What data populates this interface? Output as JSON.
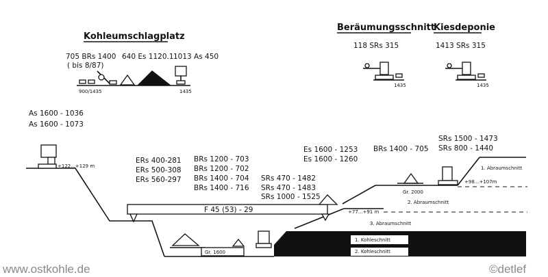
{
  "headings": {
    "kohleumschlag": "Kohleumschlagplatz",
    "beraeumung": "Beräumungsschnitt",
    "kiesdeponie": "Kiesdeponie"
  },
  "equipment": {
    "kohle_line1_a": "705 BRs 1400",
    "kohle_line1_b": "640 Es 1120.1",
    "kohle_line1_c": "1013 As 450",
    "kohle_line2": "( bis 8/87)",
    "beraeumung": "118 SRs 315",
    "kies": "1413 SRs 315",
    "as_1": "As 1600 - 1036",
    "as_2": "As 1600 - 1073",
    "ers_1": "ERs 400-281",
    "ers_2": "ERs 500-308",
    "ers_3": "ERs 560-297",
    "brs_1": "BRs 1200 - 703",
    "brs_2": "BRs 1200 - 702",
    "brs_3": "BRs 1400 - 704",
    "brs_4": "BRs 1400 - 716",
    "srs_1": "SRs 470 - 1482",
    "srs_2": "SRs 470 - 1483",
    "srs_3": "SRs 1000 - 1525",
    "es_1": "Es 1600 - 1253",
    "es_2": "Es 1600 - 1260",
    "brs_705": "BRs 1400 - 705",
    "srs_top_1": "SRs 1500 - 1473",
    "srs_top_2": "SRs  800 - 1440"
  },
  "small_labels": {
    "gauge_left": "900/1435",
    "gauge_right": "1435",
    "gauge_beraeumung": "1435",
    "gauge_kies": "1435"
  },
  "levels": {
    "left_rim": "+122...+129 m",
    "upper_right": "+98...+107m",
    "middle": "+77...+91 m"
  },
  "bridge": "F 45 (53) - 29",
  "cuts": {
    "abraum1": "1. Abraumschnitt",
    "abraum2": "2. Abraumschnitt",
    "abraum3": "3. Abraumschnitt",
    "kohle1": "1. Kohleschnitt",
    "kohle2": "2. Kohleschnitt"
  },
  "gr_labels": {
    "gr2000": "Gr. 2000",
    "gr1600": "Gr. 1600"
  },
  "watermarks": {
    "left": "www.ostkohle.de",
    "right": "©detlef"
  },
  "icons": [
    "stacker-icon",
    "bucket-wheel-excavator-icon",
    "bucket-chain-excavator-icon",
    "spreader-icon",
    "conveyor-bridge-icon",
    "rail-track-icon"
  ],
  "colors": {
    "ink": "#111111",
    "paper": "#ffffff",
    "watermark": "#8a8a8a"
  }
}
